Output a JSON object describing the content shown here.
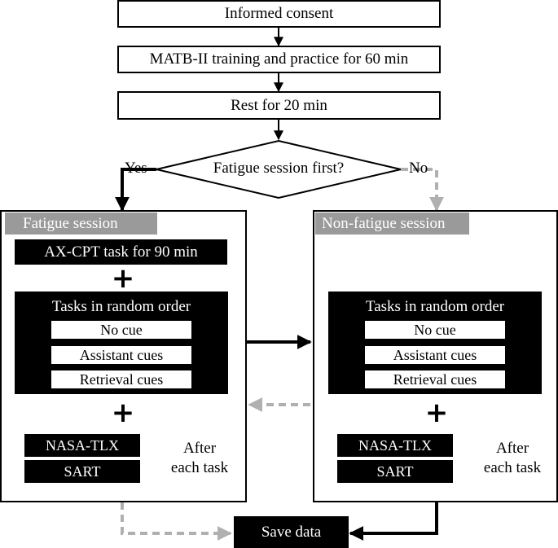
{
  "steps": {
    "informed_consent": "Informed consent",
    "training": "MATB-II training and practice for 60 min",
    "rest": "Rest for 20 min",
    "decision": "Fatigue session first?",
    "yes": "Yes",
    "no": "No"
  },
  "fatigue": {
    "title": "Fatigue session",
    "axcpt": "AX-CPT task for 90 min",
    "tasks_header": "Tasks in random order",
    "tasks": [
      "No cue",
      "Assistant cues",
      "Retrieval cues"
    ],
    "nasa": "NASA-TLX",
    "sart": "SART",
    "after_line1": "After",
    "after_line2": "each task"
  },
  "nonfatigue": {
    "title": "Non-fatigue session",
    "tasks_header": "Tasks in random order",
    "tasks": [
      "No cue",
      "Assistant cues",
      "Retrieval cues"
    ],
    "nasa": "NASA-TLX",
    "sart": "SART",
    "after_line1": "After",
    "after_line2": "each task"
  },
  "save": "Save data",
  "colors": {
    "black": "#000000",
    "gray": "#9a9a9a",
    "dashed": "#b0b0b0"
  }
}
